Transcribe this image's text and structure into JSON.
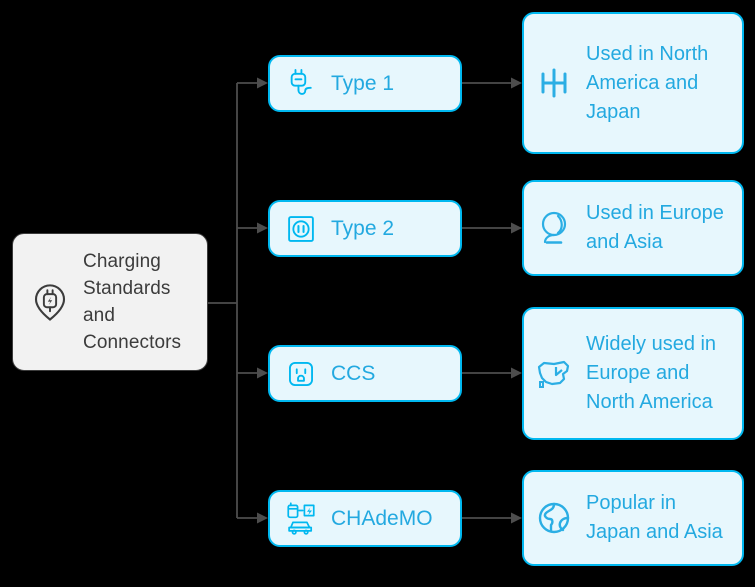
{
  "diagram": {
    "title": "Charging Standards and Connectors",
    "background_color": "#000000",
    "accent_color": "#00B8F0",
    "accent_text_color": "#23A9E0",
    "node_fill_color": "#E7F7FD",
    "root_fill_color": "#F2F2F2",
    "root_border_color": "#3C3C3C",
    "connector_color": "#4D4D4D",
    "type": "tree-mindmap"
  },
  "root": {
    "label": "Charging Standards and Connectors",
    "icon": "charging-pin-icon"
  },
  "branches": [
    {
      "id": "type-1",
      "label": "Type 1",
      "icon": "plug-cable-icon",
      "description": {
        "label": "Used in North America and Japan",
        "icon": "map-grid-icon"
      }
    },
    {
      "id": "type-2",
      "label": "Type 2",
      "icon": "socket-outlet-icon",
      "description": {
        "label": "Used in Europe and Asia",
        "icon": "desk-globe-icon"
      }
    },
    {
      "id": "ccs",
      "label": "CCS",
      "icon": "wall-outlet-icon",
      "description": {
        "label": "Widely used in Europe and North America",
        "icon": "usa-map-icon"
      }
    },
    {
      "id": "chademo",
      "label": "CHAdeMO",
      "icon": "ev-charging-station-car-icon",
      "description": {
        "label": "Popular in Japan and Asia",
        "icon": "earth-globe-icon"
      }
    }
  ]
}
